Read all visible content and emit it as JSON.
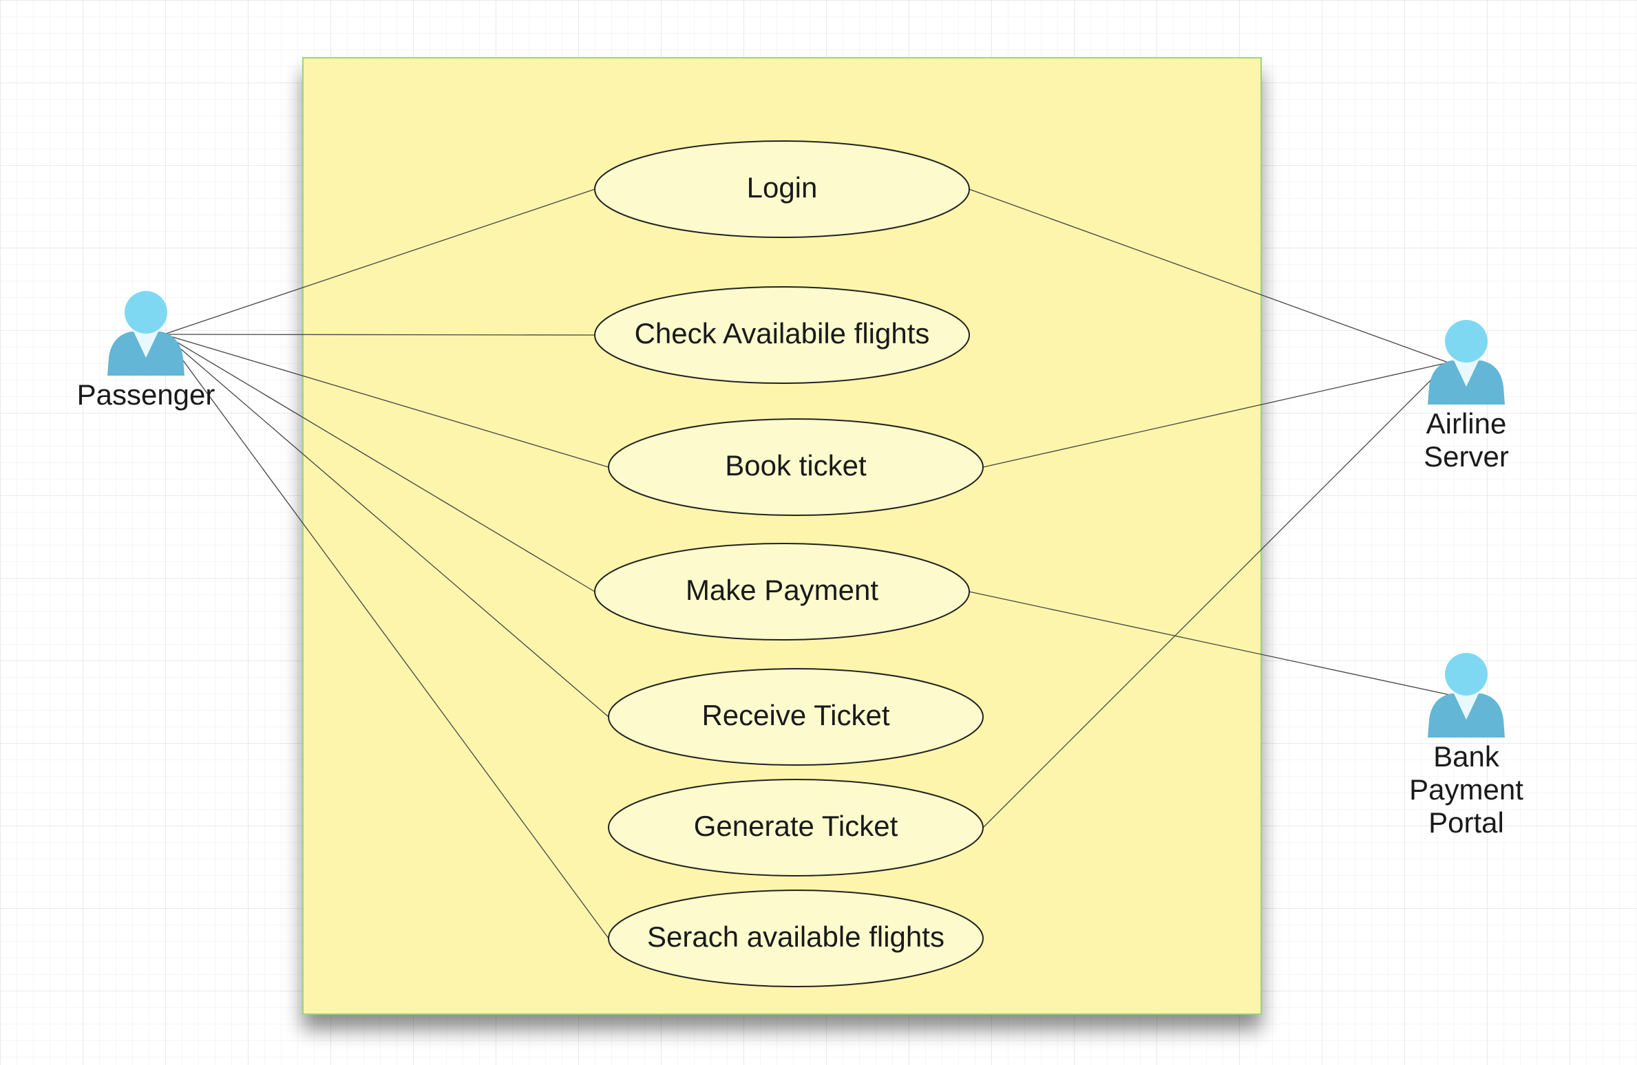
{
  "diagram": {
    "type": "use-case",
    "colors": {
      "canvas_background": "#ffffff",
      "grid_line": "#ebebeb",
      "system_boundary_fill": "#fcf5ab",
      "system_boundary_border": "#9cd47c",
      "use_case_fill": "#fdfbcd",
      "use_case_border": "#222222",
      "connector": "#444444",
      "actor_head": "#7fd8f2",
      "actor_body": "#63b6d6"
    },
    "actors": [
      {
        "id": "passenger",
        "name": "Passenger",
        "icon": "user-icon"
      },
      {
        "id": "airline",
        "name": "Airline Server",
        "label_lines": [
          "Airline",
          "Server"
        ],
        "icon": "user-icon"
      },
      {
        "id": "bank",
        "name": "Bank Payment Portal",
        "label_lines": [
          "Bank",
          "Payment",
          "Portal"
        ],
        "icon": "user-icon"
      }
    ],
    "use_cases": [
      {
        "id": "login",
        "label": "Login"
      },
      {
        "id": "check",
        "label": "Check Availabile flights"
      },
      {
        "id": "book",
        "label": "Book ticket"
      },
      {
        "id": "payment",
        "label": "Make Payment"
      },
      {
        "id": "receive",
        "label": "Receive Ticket"
      },
      {
        "id": "generate",
        "label": "Generate Ticket"
      },
      {
        "id": "search",
        "label": "Serach available flights"
      }
    ],
    "associations": [
      {
        "from": "passenger",
        "to": "login"
      },
      {
        "from": "passenger",
        "to": "check"
      },
      {
        "from": "passenger",
        "to": "book"
      },
      {
        "from": "passenger",
        "to": "payment"
      },
      {
        "from": "passenger",
        "to": "receive"
      },
      {
        "from": "passenger",
        "to": "search"
      },
      {
        "from": "login",
        "to": "airline"
      },
      {
        "from": "book",
        "to": "airline"
      },
      {
        "from": "generate",
        "to": "airline"
      },
      {
        "from": "payment",
        "to": "bank"
      }
    ]
  }
}
